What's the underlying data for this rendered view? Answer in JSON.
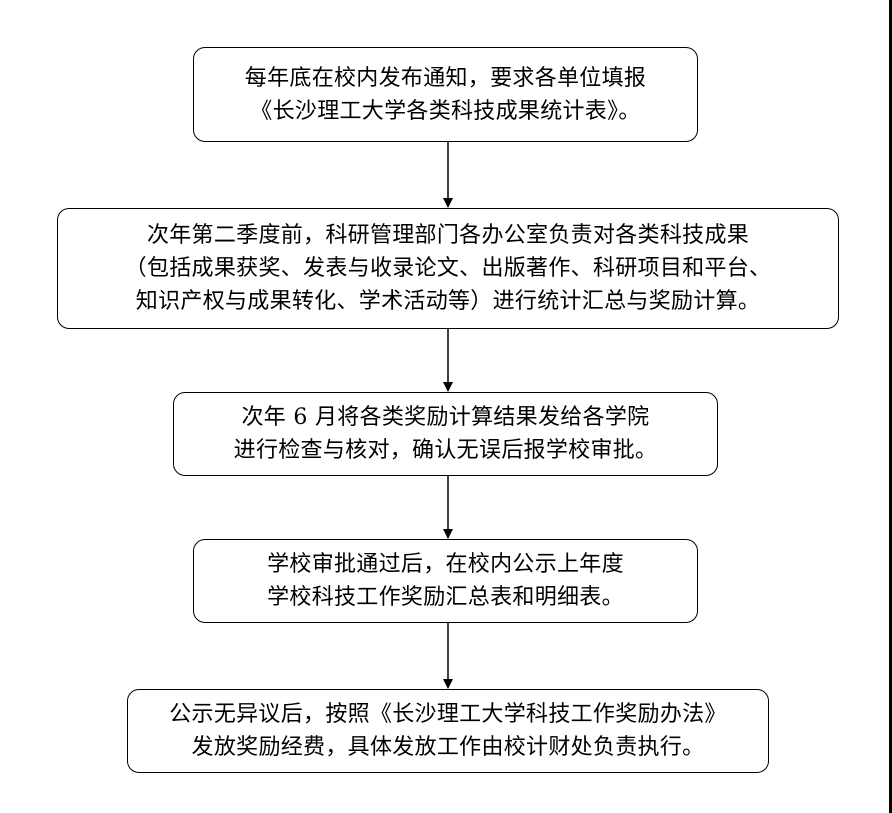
{
  "flowchart": {
    "steps": [
      {
        "lines": [
          "每年底在校内发布通知，要求各单位填报",
          "《长沙理工大学各类科技成果统计表》。"
        ]
      },
      {
        "lines": [
          "次年第二季度前，科研管理部门各办公室负责对各类科技成果",
          "（包括成果获奖、发表与收录论文、出版著作、科研项目和平台、",
          "知识产权与成果转化、学术活动等）进行统计汇总与奖励计算。"
        ]
      },
      {
        "lines": [
          "次年 6 月将各类奖励计算结果发给各学院",
          "进行检查与核对，确认无误后报学校审批。"
        ]
      },
      {
        "lines": [
          "学校审批通过后，在校内公示上年度",
          "学校科技工作奖励汇总表和明细表。"
        ]
      },
      {
        "lines": [
          "公示无异议后，按照《长沙理工大学科技工作奖励办法》",
          "发放奖励经费，具体发放工作由校计财处负责执行。"
        ]
      }
    ],
    "colors": {
      "stroke": "#000000",
      "background": "#ffffff"
    }
  }
}
